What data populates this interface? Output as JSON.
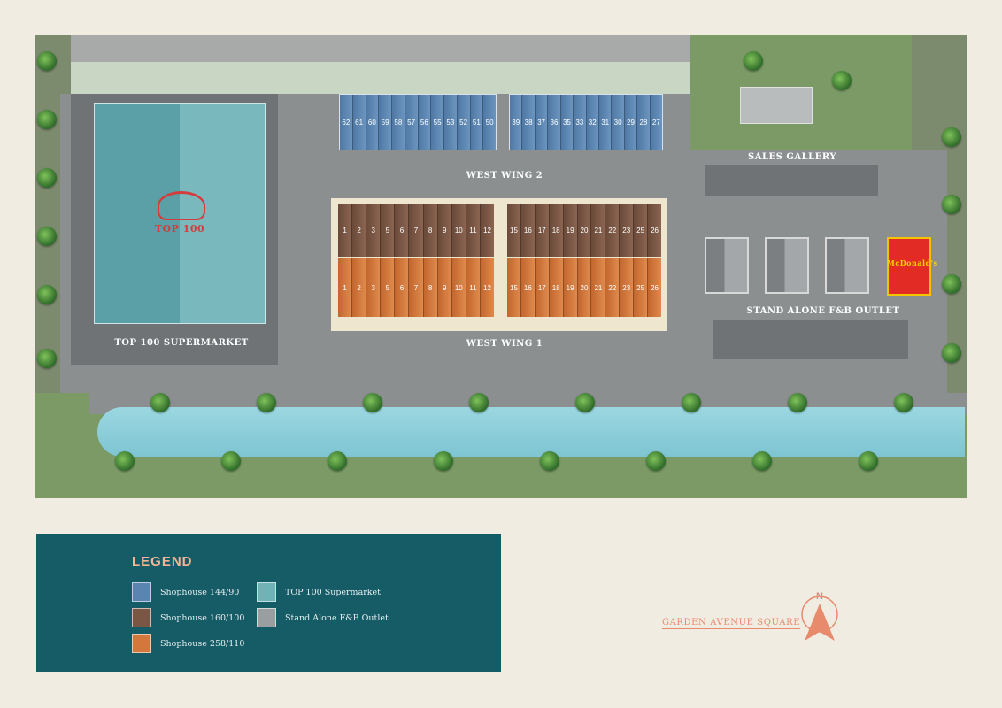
{
  "map": {
    "top100_logo_text": "TOP 100",
    "labels": {
      "top100_supermarket": "TOP 100 SUPERMARKET",
      "west_wing_2": "WEST WING 2",
      "west_wing_1": "WEST WING 1",
      "sales_gallery": "SALES GALLERY",
      "stand_alone_fnb": "STAND ALONE F&B OUTLET"
    },
    "blue_units_left": [
      "62",
      "61",
      "60",
      "59",
      "58",
      "57",
      "56",
      "55",
      "53",
      "52",
      "51",
      "50"
    ],
    "blue_units_right": [
      "39",
      "38",
      "37",
      "36",
      "35",
      "33",
      "32",
      "31",
      "30",
      "29",
      "28",
      "27"
    ],
    "brown_units_left": [
      "1",
      "2",
      "3",
      "5",
      "6",
      "7",
      "8",
      "9",
      "10",
      "11",
      "12"
    ],
    "brown_units_right": [
      "15",
      "16",
      "17",
      "18",
      "19",
      "20",
      "21",
      "22",
      "23",
      "25",
      "26"
    ],
    "orange_units_left": [
      "1",
      "2",
      "3",
      "5",
      "6",
      "7",
      "8",
      "9",
      "10",
      "11",
      "12"
    ],
    "orange_units_right": [
      "15",
      "16",
      "17",
      "18",
      "19",
      "20",
      "21",
      "22",
      "23",
      "25",
      "26"
    ],
    "mcdonalds_text": "McDonald's"
  },
  "legend": {
    "title": "LEGEND",
    "items": [
      {
        "label": "Shophouse 144/90",
        "color": "#5b85b0"
      },
      {
        "label": "Shophouse 160/100",
        "color": "#7a5644"
      },
      {
        "label": "Shophouse 258/110",
        "color": "#d3773c"
      },
      {
        "label": "TOP 100 Supermarket",
        "color": "#6fb3b6"
      },
      {
        "label": "Stand Alone F&B Outlet",
        "color": "#9a9ea1"
      }
    ]
  },
  "brand": "GARDEN AVENUE SQUARE",
  "compass": {
    "letter": "N"
  },
  "colors": {
    "accent": "#e88a6c",
    "legend_bg": "#165c66",
    "water": "#8fd0dc"
  }
}
